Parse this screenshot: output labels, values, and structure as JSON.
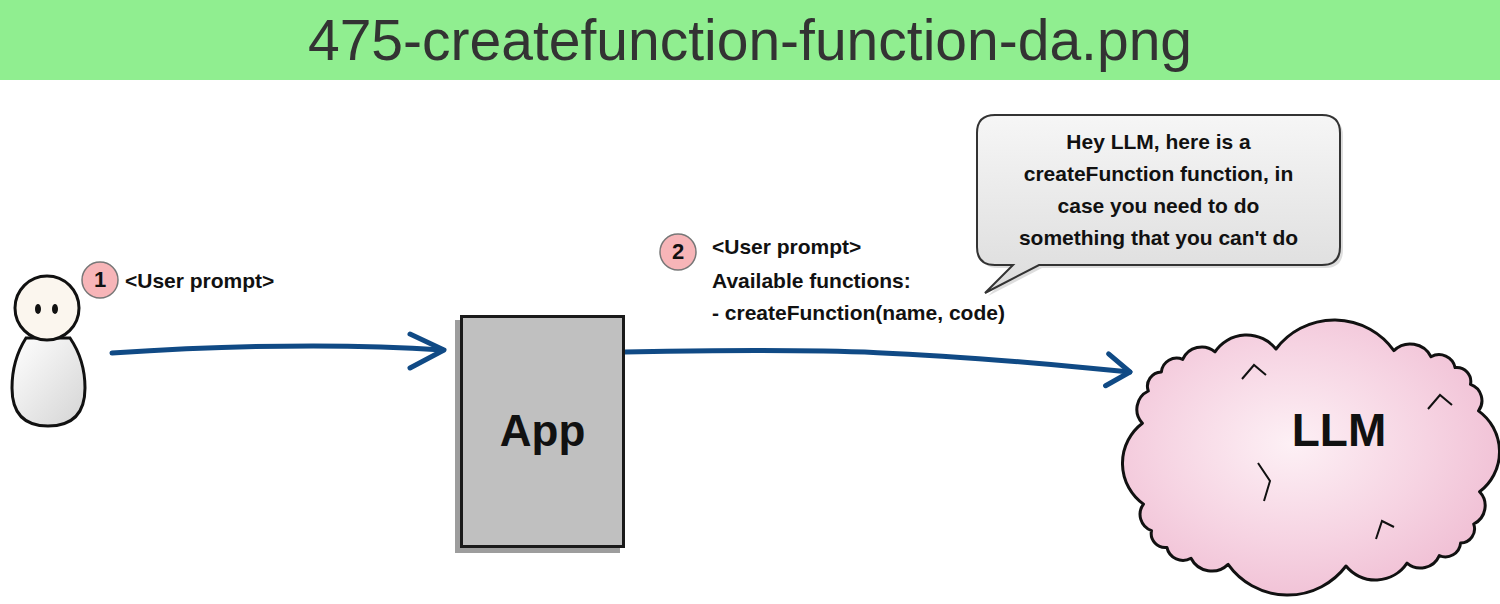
{
  "diagram": {
    "title": "475-createfunction-function-da.png",
    "nodes": [
      {
        "text": [
          "App"
        ]
      },
      {
        "text": [
          "Hey LLM, here is a createFunction function, in case you need to do something that you can't do"
        ]
      },
      {
        "text": [
          "LLM"
        ]
      }
    ],
    "edges": [
      {
        "from": 0,
        "to": 2,
        "arrow": "to"
      }
    ],
    "labels": [
      "1",
      "<User prompt>",
      "2",
      "<User prompt>",
      "Available functions:",
      "- createFunction(name, code)"
    ]
  }
}
